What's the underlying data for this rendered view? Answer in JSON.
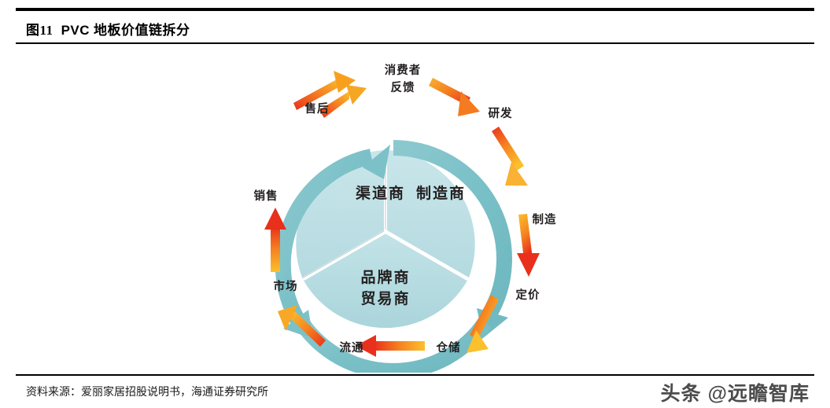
{
  "figure": {
    "number": "图11",
    "title_latin": "PVC",
    "title_cn": "地板价值链拆分",
    "title_full": "图11  PVC 地板价值链拆分",
    "source": "资料来源：爱丽家居招股说明书，海通证券研究所",
    "watermark": "头条 @远瞻智库"
  },
  "colors": {
    "ring": "#7fc3ca",
    "ring_dark": "#6ab5bd",
    "segment_fill": "#bde0e4",
    "segment_fill_alt": "#c6e4e7",
    "arrow_start": "#e8301c",
    "arrow_end": "#fbc02d",
    "text": "#231f20",
    "rule": "#000000"
  },
  "diagram": {
    "type": "cycle",
    "segments": [
      {
        "id": "channel",
        "label": "渠道商",
        "label_lines": [
          "渠道商"
        ],
        "position": "left"
      },
      {
        "id": "manufacturer",
        "label": "制造商",
        "label_lines": [
          "制造商"
        ],
        "position": "right"
      },
      {
        "id": "brand-trader",
        "label": "品牌商贸易商",
        "label_lines": [
          "品牌商",
          "贸易商"
        ],
        "position": "bottom"
      }
    ],
    "stages": [
      {
        "id": "consumer-feedback",
        "label": "消费者反馈",
        "label_lines": [
          "消费者",
          "反馈"
        ],
        "angle_deg": 270
      },
      {
        "id": "rnd",
        "label": "研发",
        "label_lines": [
          "研发"
        ],
        "angle_deg": 315
      },
      {
        "id": "manufacturing",
        "label": "制造",
        "label_lines": [
          "制造"
        ],
        "angle_deg": 0
      },
      {
        "id": "pricing",
        "label": "定价",
        "label_lines": [
          "定价"
        ],
        "angle_deg": 45
      },
      {
        "id": "warehousing",
        "label": "仓储",
        "label_lines": [
          "仓储"
        ],
        "angle_deg": 80
      },
      {
        "id": "distribution",
        "label": "流通",
        "label_lines": [
          "流通"
        ],
        "angle_deg": 105
      },
      {
        "id": "market",
        "label": "市场",
        "label_lines": [
          "市场"
        ],
        "angle_deg": 150
      },
      {
        "id": "sales",
        "label": "销售",
        "label_lines": [
          "销售"
        ],
        "angle_deg": 185
      },
      {
        "id": "after-sales",
        "label": "售后",
        "label_lines": [
          "售后"
        ],
        "angle_deg": 225
      }
    ],
    "arrow_count": 9,
    "direction": "clockwise"
  }
}
